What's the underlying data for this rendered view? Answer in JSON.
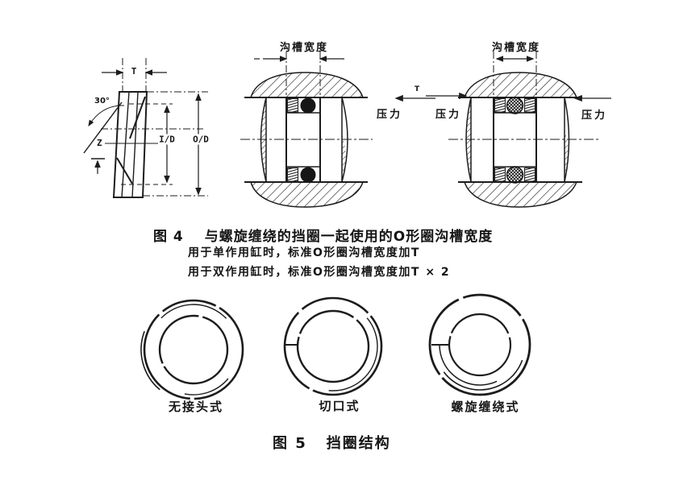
{
  "page": {
    "kind": "scanned standard document page",
    "ink_color": "#1c1c1c",
    "paper_color": "#ffffff"
  },
  "figure4": {
    "caption_label": "图 4",
    "caption_text": "与螺旋缠绕的挡圈一起使用的O形圈沟槽宽度",
    "note_line1": "用于单作用缸时，标准O形圈沟槽宽度加T",
    "note_line2": "用于双作用缸时，标准O形圈沟槽宽度加T × 2",
    "cross_section": {
      "t_label": "T",
      "angle_label": "30°",
      "z_label": "Z",
      "inner_diameter_label": "I/D",
      "outer_diameter_label": "O/D"
    },
    "single_acting": {
      "groove_width_label": "沟槽宽度",
      "pressure_label": "压力",
      "t_mark": "T"
    },
    "double_acting": {
      "groove_width_label": "沟槽宽度",
      "pressure_left_label": "压力",
      "pressure_right_label": "压力"
    }
  },
  "figure5": {
    "caption_label": "图 5",
    "caption_text": "挡圈结构",
    "rings": [
      {
        "label": "无接头式"
      },
      {
        "label": "切口式"
      },
      {
        "label": "螺旋缠绕式"
      }
    ]
  }
}
